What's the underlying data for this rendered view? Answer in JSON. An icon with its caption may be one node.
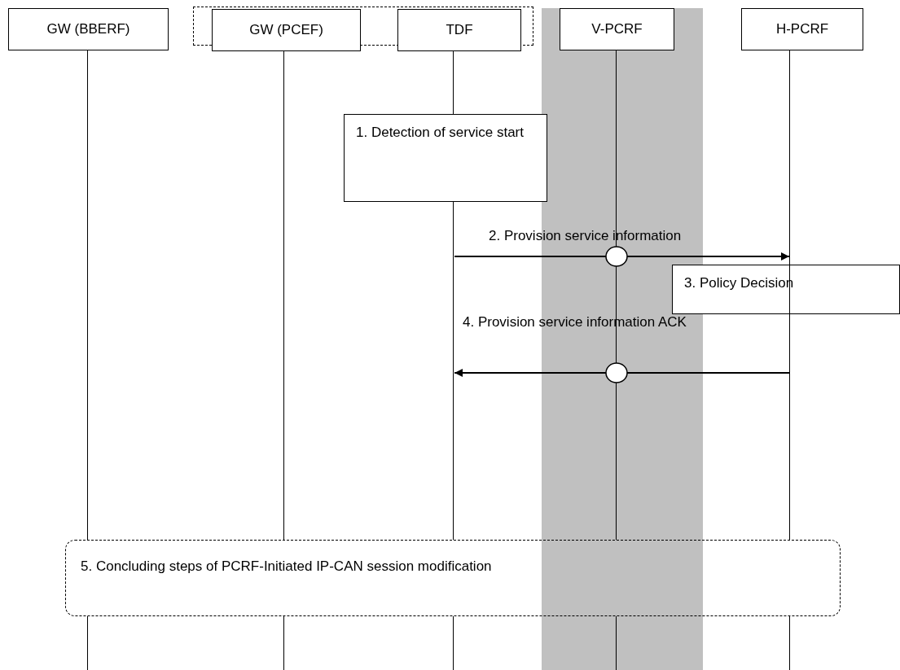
{
  "diagram": {
    "nodes": [
      {
        "text": [
          "GW (BBERF)"
        ]
      },
      {
        "text": [],
        "shape": "box"
      },
      {
        "text": [
          "GW (PCEF)"
        ],
        "in": 1
      },
      {
        "text": [
          "TDF"
        ],
        "in": 1
      },
      {
        "text": [
          "V-PCRF"
        ]
      },
      {
        "text": [
          "H-PCRF"
        ]
      },
      {
        "text": [
          "1. Detection of service start"
        ]
      },
      {
        "text": [
          "3. Policy Decision"
        ]
      },
      {
        "text": [
          "5. Concluding steps of PCRF-Initiated IP-CAN session modification"
        ]
      },
      {
        "text": [],
        "shape": "line"
      },
      {
        "text": [],
        "shape": "line"
      },
      {
        "text": [],
        "shape": "line"
      },
      {
        "text": [],
        "shape": "line"
      },
      {
        "text": [],
        "shape": "line"
      },
      {
        "text": [],
        "shape": "line"
      },
      {
        "text": [],
        "shape": "line"
      },
      {
        "text": [],
        "shape": "line"
      },
      {
        "text": [],
        "shape": "line"
      },
      {
        "text": [],
        "shape": "line"
      },
      {
        "text": [],
        "shape": "line"
      }
    ],
    "edges": [
      {
        "from": 14,
        "to": 18,
        "arrow": "to",
        "label": "2. Provision service information"
      },
      {
        "from": 18,
        "to": 14,
        "arrow": "to",
        "label": "4.  Provision service information ACK"
      }
    ]
  }
}
